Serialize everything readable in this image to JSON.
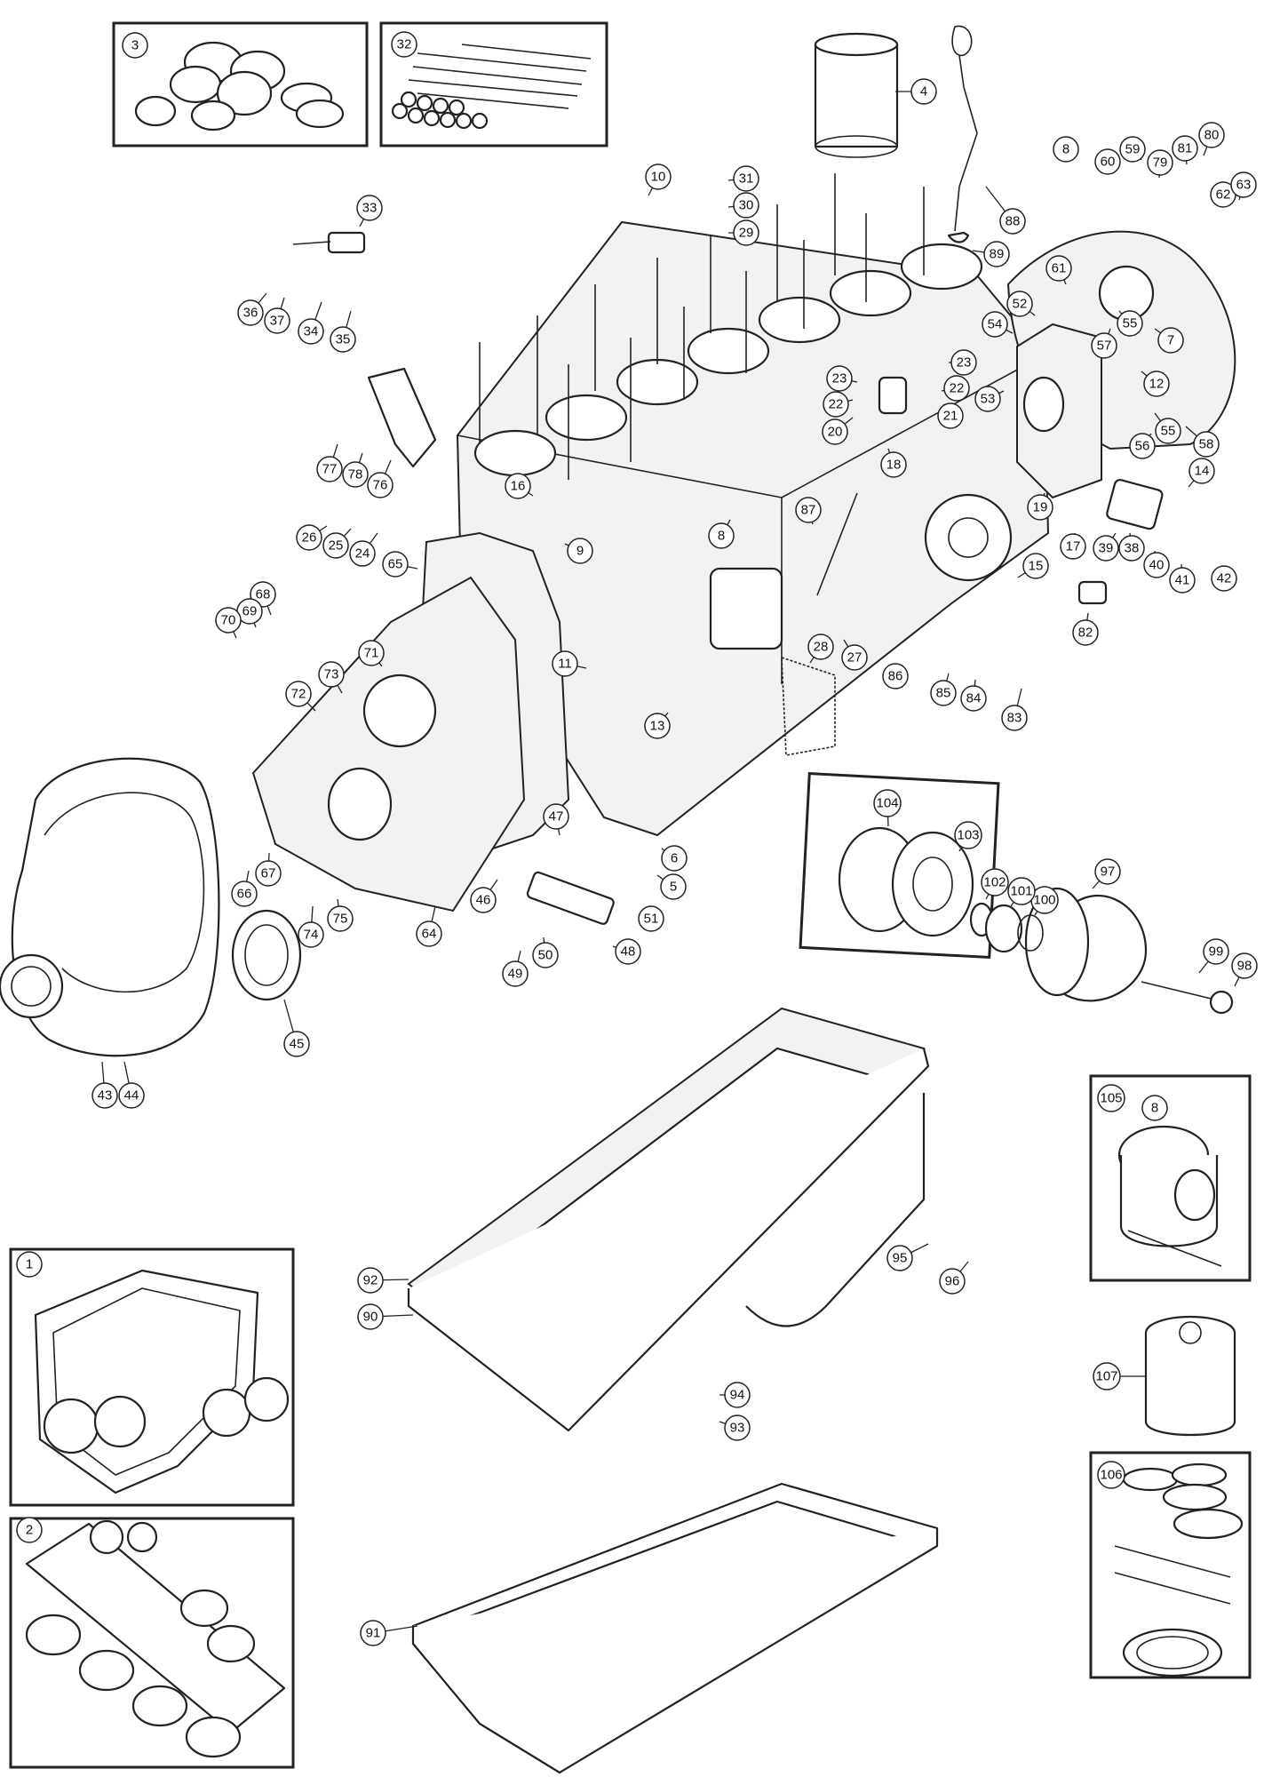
{
  "diagram": {
    "callouts": [
      {
        "label": "1"
      },
      {
        "label": "2"
      },
      {
        "label": "3"
      },
      {
        "label": "4"
      },
      {
        "label": "5"
      },
      {
        "label": "6"
      },
      {
        "label": "7"
      },
      {
        "label": "8"
      },
      {
        "label": "8"
      },
      {
        "label": "8"
      },
      {
        "label": "9"
      },
      {
        "label": "10"
      },
      {
        "label": "11"
      },
      {
        "label": "12"
      },
      {
        "label": "13"
      },
      {
        "label": "14"
      },
      {
        "label": "15"
      },
      {
        "label": "16"
      },
      {
        "label": "17"
      },
      {
        "label": "18"
      },
      {
        "label": "19"
      },
      {
        "label": "20"
      },
      {
        "label": "21"
      },
      {
        "label": "22"
      },
      {
        "label": "22"
      },
      {
        "label": "23"
      },
      {
        "label": "23"
      },
      {
        "label": "24"
      },
      {
        "label": "25"
      },
      {
        "label": "26"
      },
      {
        "label": "27"
      },
      {
        "label": "28"
      },
      {
        "label": "29"
      },
      {
        "label": "30"
      },
      {
        "label": "31"
      },
      {
        "label": "32"
      },
      {
        "label": "33"
      },
      {
        "label": "34"
      },
      {
        "label": "35"
      },
      {
        "label": "36"
      },
      {
        "label": "37"
      },
      {
        "label": "38"
      },
      {
        "label": "39"
      },
      {
        "label": "40"
      },
      {
        "label": "41"
      },
      {
        "label": "42"
      },
      {
        "label": "43"
      },
      {
        "label": "44"
      },
      {
        "label": "45"
      },
      {
        "label": "46"
      },
      {
        "label": "47"
      },
      {
        "label": "48"
      },
      {
        "label": "49"
      },
      {
        "label": "50"
      },
      {
        "label": "51"
      },
      {
        "label": "52"
      },
      {
        "label": "53"
      },
      {
        "label": "54"
      },
      {
        "label": "55"
      },
      {
        "label": "55"
      },
      {
        "label": "56"
      },
      {
        "label": "57"
      },
      {
        "label": "58"
      },
      {
        "label": "59"
      },
      {
        "label": "60"
      },
      {
        "label": "61"
      },
      {
        "label": "62"
      },
      {
        "label": "63"
      },
      {
        "label": "64"
      },
      {
        "label": "65"
      },
      {
        "label": "66"
      },
      {
        "label": "67"
      },
      {
        "label": "68"
      },
      {
        "label": "69"
      },
      {
        "label": "70"
      },
      {
        "label": "71"
      },
      {
        "label": "72"
      },
      {
        "label": "73"
      },
      {
        "label": "74"
      },
      {
        "label": "75"
      },
      {
        "label": "76"
      },
      {
        "label": "77"
      },
      {
        "label": "78"
      },
      {
        "label": "79"
      },
      {
        "label": "80"
      },
      {
        "label": "81"
      },
      {
        "label": "82"
      },
      {
        "label": "83"
      },
      {
        "label": "84"
      },
      {
        "label": "85"
      },
      {
        "label": "86"
      },
      {
        "label": "87"
      },
      {
        "label": "88"
      },
      {
        "label": "89"
      },
      {
        "label": "90"
      },
      {
        "label": "91"
      },
      {
        "label": "92"
      },
      {
        "label": "93"
      },
      {
        "label": "94"
      },
      {
        "label": "95"
      },
      {
        "label": "96"
      },
      {
        "label": "97"
      },
      {
        "label": "98"
      },
      {
        "label": "99"
      },
      {
        "label": "100"
      },
      {
        "label": "101"
      },
      {
        "label": "102"
      },
      {
        "label": "103"
      },
      {
        "label": "104"
      },
      {
        "label": "105"
      },
      {
        "label": "106"
      },
      {
        "label": "107"
      }
    ]
  }
}
